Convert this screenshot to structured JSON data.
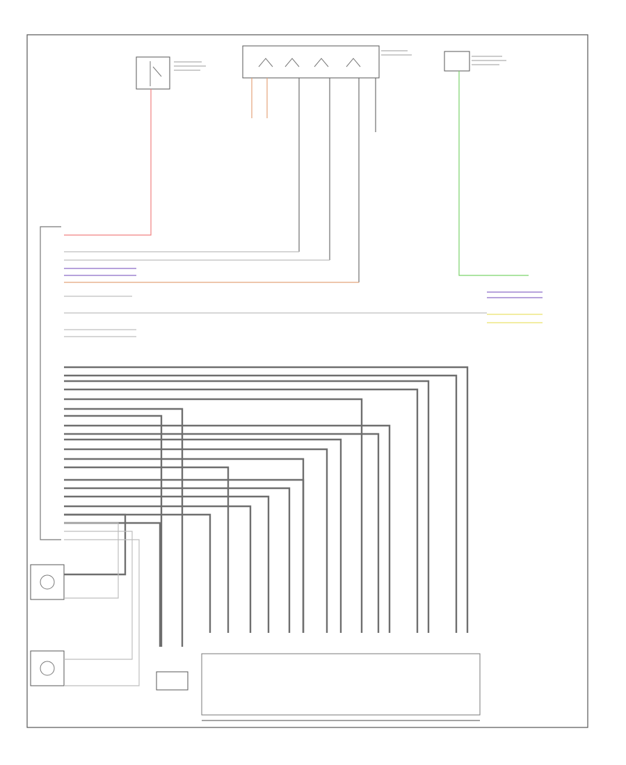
{
  "title": "",
  "footer_label": "",
  "colors": {
    "background": "#ffffff",
    "border": "#555555",
    "wire_default": "#6e6e6e",
    "wire_light": "#bdbdbd",
    "wire_red": "#f08080",
    "wire_green": "#7ad36a",
    "wire_orange": "#e4a37a",
    "wire_purple": "#8a6bc8",
    "wire_yellow": "#e9e26a"
  },
  "components": [
    {
      "name": "power-distribution-box-top-left",
      "label": ""
    },
    {
      "name": "selector-lever-switch-top-center",
      "label": ""
    },
    {
      "name": "fuse-relay-box-top-right",
      "label": ""
    },
    {
      "name": "transmission-control-module",
      "label": ""
    },
    {
      "name": "input-speed-sensor",
      "label": ""
    },
    {
      "name": "output-speed-sensor",
      "label": ""
    },
    {
      "name": "transmission-range-sensor",
      "label": ""
    },
    {
      "name": "shift-solenoid-pack",
      "label": ""
    }
  ]
}
